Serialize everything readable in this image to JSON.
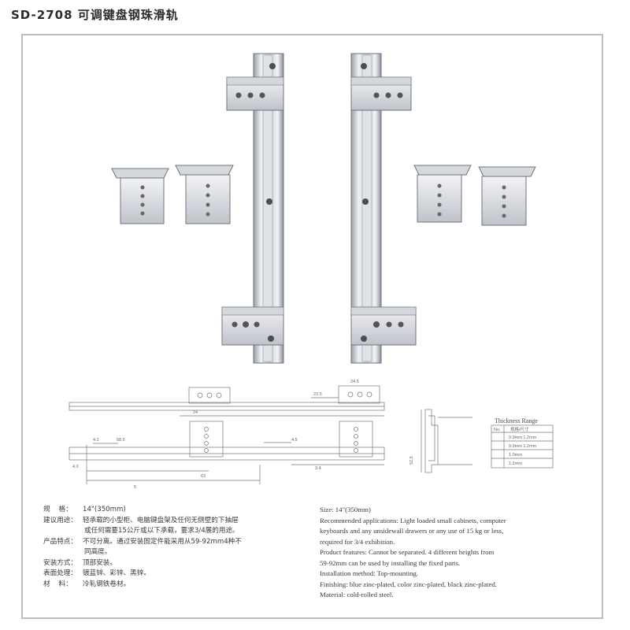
{
  "title": "SD-2708 可调键盘钢珠滑轨",
  "drawing": {
    "thickness_title": "Thickness Range",
    "thickness_header": [
      "No.",
      "规格/尺寸"
    ],
    "thickness_rows": [
      "0.9mm 1.2mm",
      "0.9mm 1.2mm",
      "1.0mm",
      "1.2mm"
    ],
    "dims": [
      "22.5",
      "58.5",
      "4.2",
      "4.5",
      "4.0",
      "63",
      "24",
      "24.5",
      "5",
      "3.4"
    ],
    "side_dim": "52.5"
  },
  "specs_cn": [
    {
      "label": "规    格：",
      "value": "14\"(350mm)"
    },
    {
      "label": "建议用途：",
      "value": "轻承载的小型柜、电脑键盘架及任何无侧壁的下抽屉",
      "cont": "或任何需要15公斤或以下承载，要求3/4展的用途。"
    },
    {
      "label": "产品特点：",
      "value": "不可分离。通过安装固定件能采用从59-92mm4种不",
      "cont": "同高度。"
    },
    {
      "label": "安装方式：",
      "value": "顶部安装。"
    },
    {
      "label": "表面处理：",
      "value": "镀蓝锌、彩锌、黑锌。"
    },
    {
      "label": "材    料：",
      "value": "冷轧钢铁卷材。"
    }
  ],
  "specs_en": [
    "Size: 14\"(350mm)",
    "Recommended applications: Light loaded small cabinets, computer",
    "keyboards and any unsidewall drawers or any use of 15 kg or less,",
    "required for 3/4 exhibition.",
    "Product features: Cannot be separated. 4 different heights from",
    "59-92mm can be used by installing the fixed parts.",
    "Installation method: Top-mounting.",
    "Finishing: blue zinc-plated, color zinc-plated, black zinc-plated.",
    "Material: cold-rolled steel."
  ],
  "colors": {
    "metal_light": "#e6e8ec",
    "metal_mid": "#c3c7cf",
    "metal_dark": "#7d828c",
    "frame": "#bdbdbd"
  }
}
